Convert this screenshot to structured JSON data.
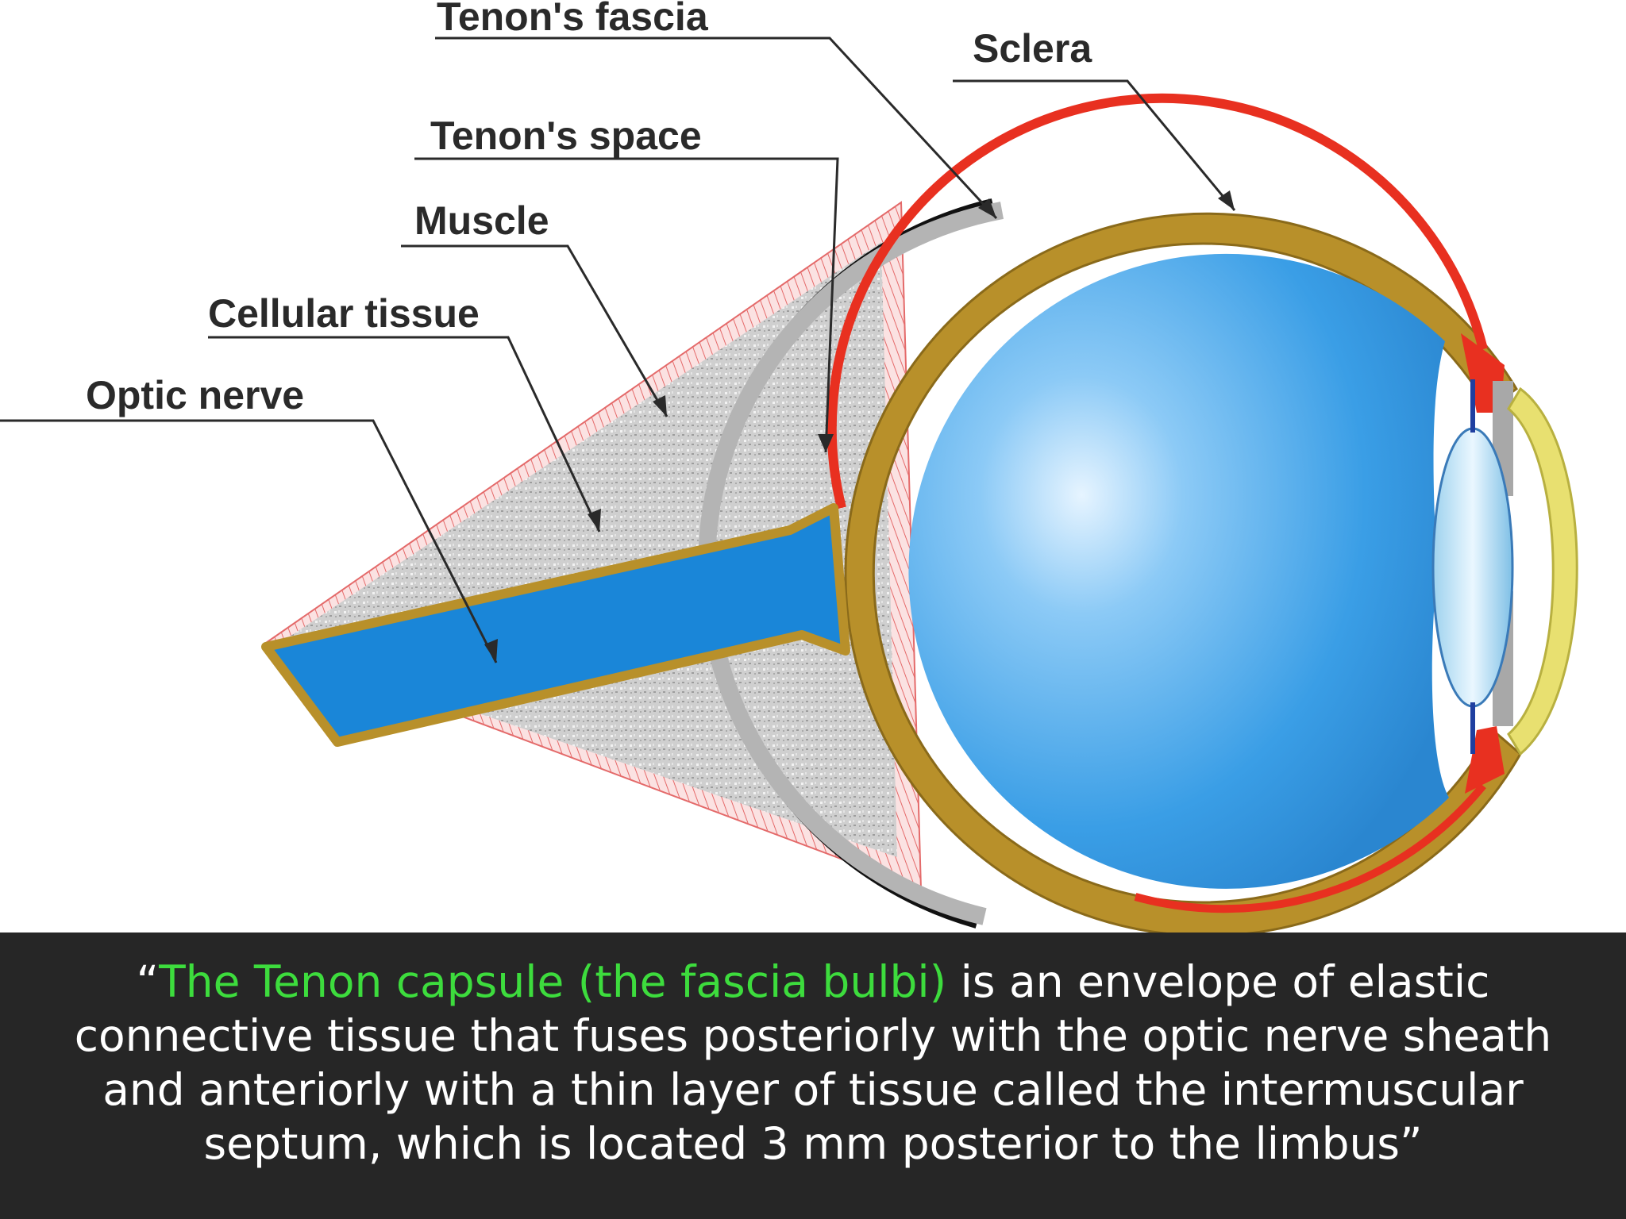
{
  "diagram": {
    "labels": {
      "tenons_fascia": "Tenon's fascia",
      "sclera": "Sclera",
      "tenons_space": "Tenon's space",
      "muscle": "Muscle",
      "cellular_tissue": "Cellular tissue",
      "optic_nerve": "Optic nerve"
    },
    "colors": {
      "vitreous": "#3a9ee6",
      "sclera": "#b8902a",
      "choroid": "#e83020",
      "tenons_fascia": "#111111",
      "cornea": "#e8e070",
      "tissue": "#c8c8c8",
      "muscle": "#e87070"
    }
  },
  "caption": {
    "open_quote": "“",
    "highlight": "The Tenon capsule (the fascia bulbi)",
    "body": " is an envelope of elastic connective tissue that fuses posteriorly with the optic nerve sheath and anteriorly with a thin layer of tissue called the intermuscular septum, which is located 3 mm posterior to the limbus",
    "close_quote": "”"
  }
}
